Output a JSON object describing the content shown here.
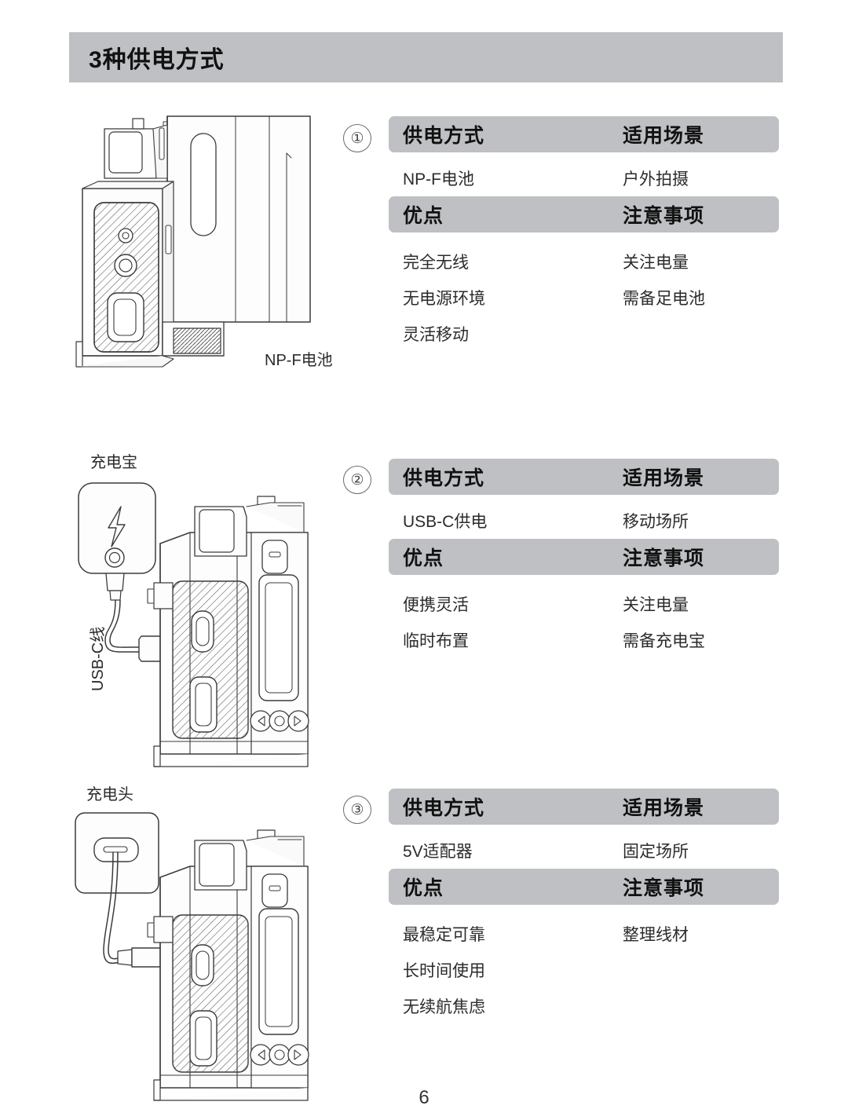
{
  "page": {
    "title": "3种供电方式",
    "page_number": "6",
    "banner_color": "#bec0c3"
  },
  "sections": [
    {
      "step_marker": "①",
      "illustration": {
        "kind": "camera-rig-with-np-f-battery",
        "labels": [
          {
            "name": "battery-label",
            "text": "NP-F电池"
          }
        ]
      },
      "table": {
        "header_1_left": "供电方式",
        "header_1_right": "适用场景",
        "value_left": "NP-F电池",
        "value_right": "户外拍摄",
        "header_2_left": "优点",
        "header_2_right": "注意事项",
        "pros": [
          "完全无线",
          "无电源环境",
          "灵活移动"
        ],
        "notes": [
          "关注电量",
          "需备足电池"
        ]
      }
    },
    {
      "step_marker": "②",
      "illustration": {
        "kind": "power-bank-usb-c-to-camera-rig",
        "labels": [
          {
            "name": "power-bank-label",
            "text": "充电宝"
          },
          {
            "name": "usb-c-cable-label",
            "text": "USB-C线"
          }
        ]
      },
      "table": {
        "header_1_left": "供电方式",
        "header_1_right": "适用场景",
        "value_left": "USB-C供电",
        "value_right": "移动场所",
        "header_2_left": "优点",
        "header_2_right": "注意事项",
        "pros": [
          "便携灵活",
          "临时布置"
        ],
        "notes": [
          "关注电量",
          "需备充电宝"
        ]
      }
    },
    {
      "step_marker": "③",
      "illustration": {
        "kind": "wall-charger-to-camera-rig",
        "labels": [
          {
            "name": "charger-head-label",
            "text": "充电头"
          }
        ]
      },
      "table": {
        "header_1_left": "供电方式",
        "header_1_right": "适用场景",
        "value_left": "5V适配器",
        "value_right": "固定场所",
        "header_2_left": "优点",
        "header_2_right": "注意事项",
        "pros": [
          "最稳定可靠",
          "长时间使用",
          "无续航焦虑"
        ],
        "notes": [
          "整理线材"
        ]
      }
    }
  ]
}
